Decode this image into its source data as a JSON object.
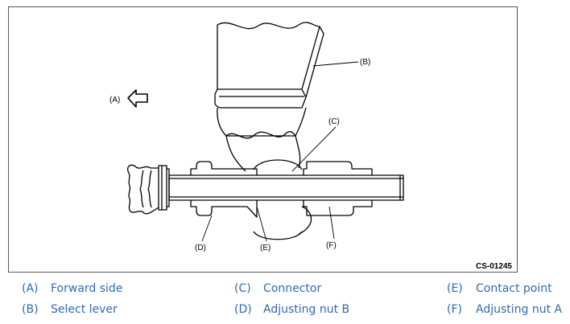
{
  "figure": {
    "figure_id": "CS-01245",
    "callouts": {
      "a": "(A)",
      "b": "(B)",
      "c": "(C)",
      "d": "(D)",
      "e": "(E)",
      "f": "(F)"
    }
  },
  "legend": {
    "a": {
      "code": "(A)",
      "label": "Forward side"
    },
    "b": {
      "code": "(B)",
      "label": "Select lever"
    },
    "c": {
      "code": "(C)",
      "label": "Connector"
    },
    "d": {
      "code": "(D)",
      "label": "Adjusting nut B"
    },
    "e": {
      "code": "(E)",
      "label": "Contact point"
    },
    "f": {
      "code": "(F)",
      "label": "Adjusting nut A"
    }
  },
  "colors": {
    "legend_text": "#2e6bb0",
    "line_art": "#000000",
    "frame": "#555555"
  },
  "icons": {
    "forward_arrow": "hollow-left-arrow-icon"
  }
}
